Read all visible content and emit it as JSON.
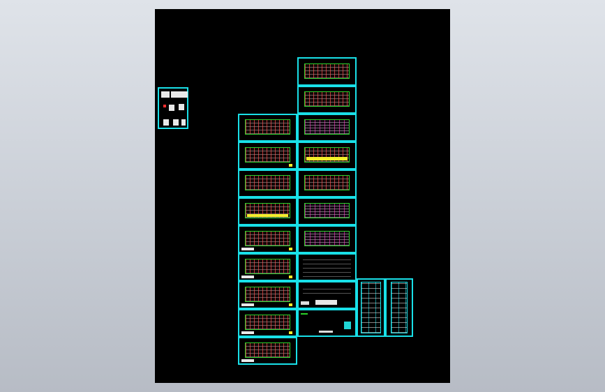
{
  "window": {
    "title": ""
  },
  "viewport": {
    "background": "#000000",
    "border_color": "#19e0e8",
    "plan_color": "#2ad12a",
    "accent_yellow": "#f2ef2a"
  },
  "sheets": [
    {
      "id": "legend-sheet",
      "kind": "legend"
    },
    {
      "id": "col2-row1",
      "kind": "plan"
    },
    {
      "id": "col2-row2",
      "kind": "plan"
    },
    {
      "id": "col2-row3",
      "kind": "plan-alt"
    },
    {
      "id": "col2-row4",
      "kind": "plan-strip"
    },
    {
      "id": "col2-row5",
      "kind": "plan"
    },
    {
      "id": "col2-row6",
      "kind": "plan-alt"
    },
    {
      "id": "col2-row7",
      "kind": "notes"
    },
    {
      "id": "col2-row8",
      "kind": "details"
    },
    {
      "id": "col2-row9",
      "kind": "details2"
    },
    {
      "id": "col1-row1",
      "kind": "plan"
    },
    {
      "id": "col1-row2",
      "kind": "plan-strip"
    },
    {
      "id": "col1-row3",
      "kind": "plan"
    },
    {
      "id": "col1-row4",
      "kind": "plan-strip"
    },
    {
      "id": "col1-row5",
      "kind": "plan-tb"
    },
    {
      "id": "col1-row6",
      "kind": "plan-tb"
    },
    {
      "id": "col1-row7",
      "kind": "plan-tb"
    },
    {
      "id": "col1-row8",
      "kind": "plan-tb"
    },
    {
      "id": "col1-row9",
      "kind": "plan-tb"
    },
    {
      "id": "table-sheet-1",
      "kind": "table"
    },
    {
      "id": "table-sheet-2",
      "kind": "table"
    }
  ]
}
